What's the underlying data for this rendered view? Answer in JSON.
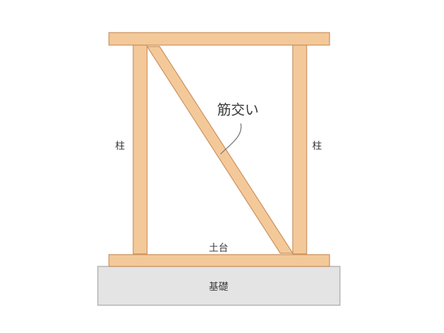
{
  "diagram": {
    "labels": {
      "left_post": "柱",
      "right_post": "柱",
      "brace": "筋交い",
      "sill": "土台",
      "foundation": "基礎"
    },
    "colors": {
      "wood_fill": "#f4c99a",
      "wood_stroke": "#c9905c",
      "foundation_fill": "#e4e4e4",
      "foundation_stroke": "#a6a6a6",
      "text": "#3a3a3a"
    }
  }
}
